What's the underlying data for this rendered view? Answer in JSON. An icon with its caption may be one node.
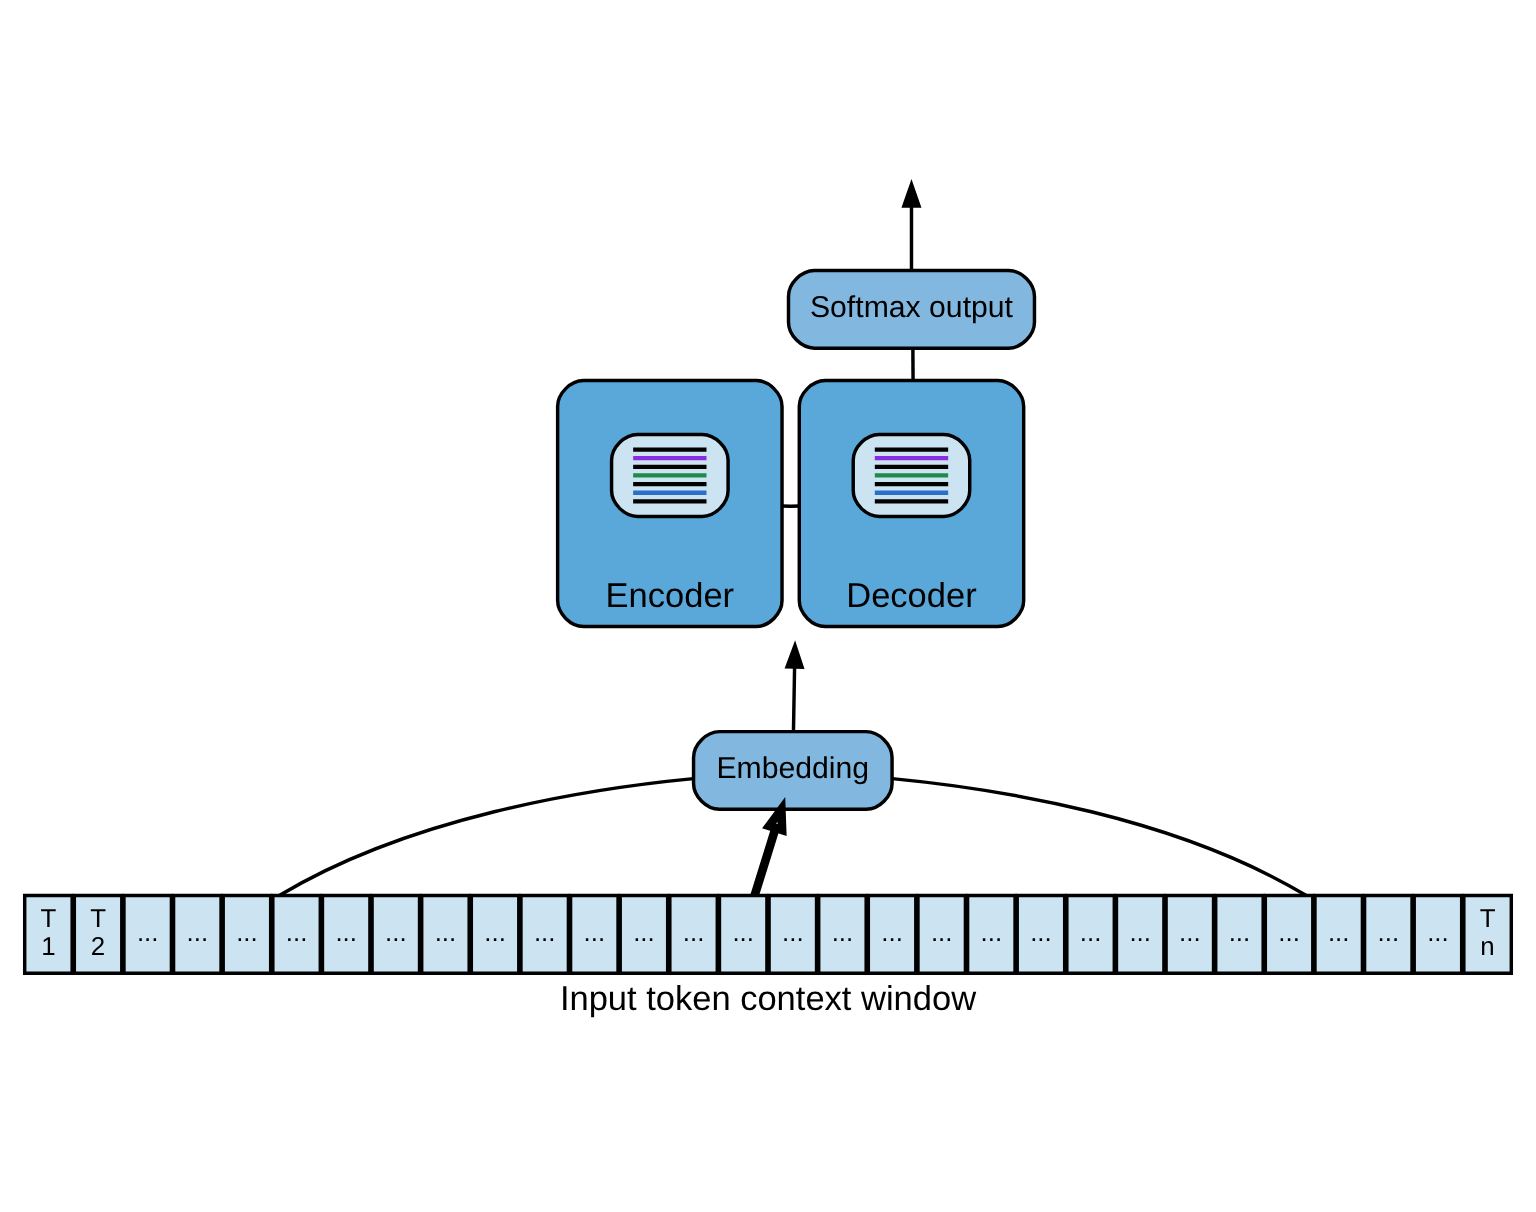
{
  "diagram": {
    "caption": "Input token context window",
    "nodes": [
      {
        "text": [
          "Softmax output"
        ]
      },
      {
        "text": [
          "Encoder"
        ]
      },
      {
        "text": [],
        "shape": "picture",
        "in": 1
      },
      {
        "text": [
          "Decoder"
        ]
      },
      {
        "text": [],
        "shape": "picture",
        "in": 3
      },
      {
        "text": [
          "Embedding"
        ]
      },
      {
        "text": [
          "T 1"
        ]
      },
      {
        "text": [
          "T 2"
        ]
      },
      {
        "text": [
          "..."
        ]
      },
      {
        "text": [
          "..."
        ]
      },
      {
        "text": [
          "..."
        ]
      },
      {
        "text": [
          "..."
        ]
      },
      {
        "text": [
          "..."
        ]
      },
      {
        "text": [
          "..."
        ]
      },
      {
        "text": [
          "..."
        ]
      },
      {
        "text": [
          "..."
        ]
      },
      {
        "text": [
          "..."
        ]
      },
      {
        "text": [
          "..."
        ]
      },
      {
        "text": [
          "..."
        ]
      },
      {
        "text": [
          "..."
        ]
      },
      {
        "text": [
          "..."
        ]
      },
      {
        "text": [
          "..."
        ]
      },
      {
        "text": [
          "..."
        ]
      },
      {
        "text": [
          "..."
        ]
      },
      {
        "text": [
          "..."
        ]
      },
      {
        "text": [
          "..."
        ]
      },
      {
        "text": [
          "..."
        ]
      },
      {
        "text": [
          "..."
        ]
      },
      {
        "text": [
          "..."
        ]
      },
      {
        "text": [
          "..."
        ]
      },
      {
        "text": [
          "..."
        ]
      },
      {
        "text": [
          "..."
        ]
      },
      {
        "text": [
          "..."
        ]
      },
      {
        "text": [
          "..."
        ]
      },
      {
        "text": [
          "..."
        ]
      },
      {
        "text": [
          "T n"
        ]
      }
    ],
    "edges": [
      {
        "from": 5,
        "to": null,
        "arrow": "to"
      },
      {
        "from": 1,
        "to": 3,
        "arrow": "none"
      },
      {
        "from": 3,
        "to": 0,
        "arrow": "none"
      },
      {
        "from": 0,
        "to": null,
        "arrow": "to"
      },
      {
        "from": 5,
        "to": 10,
        "arrow": "none"
      },
      {
        "from": 5,
        "to": 32,
        "arrow": "none"
      },
      {
        "from": 20,
        "to": 5,
        "arrow": "to",
        "style": "thick"
      }
    ]
  }
}
